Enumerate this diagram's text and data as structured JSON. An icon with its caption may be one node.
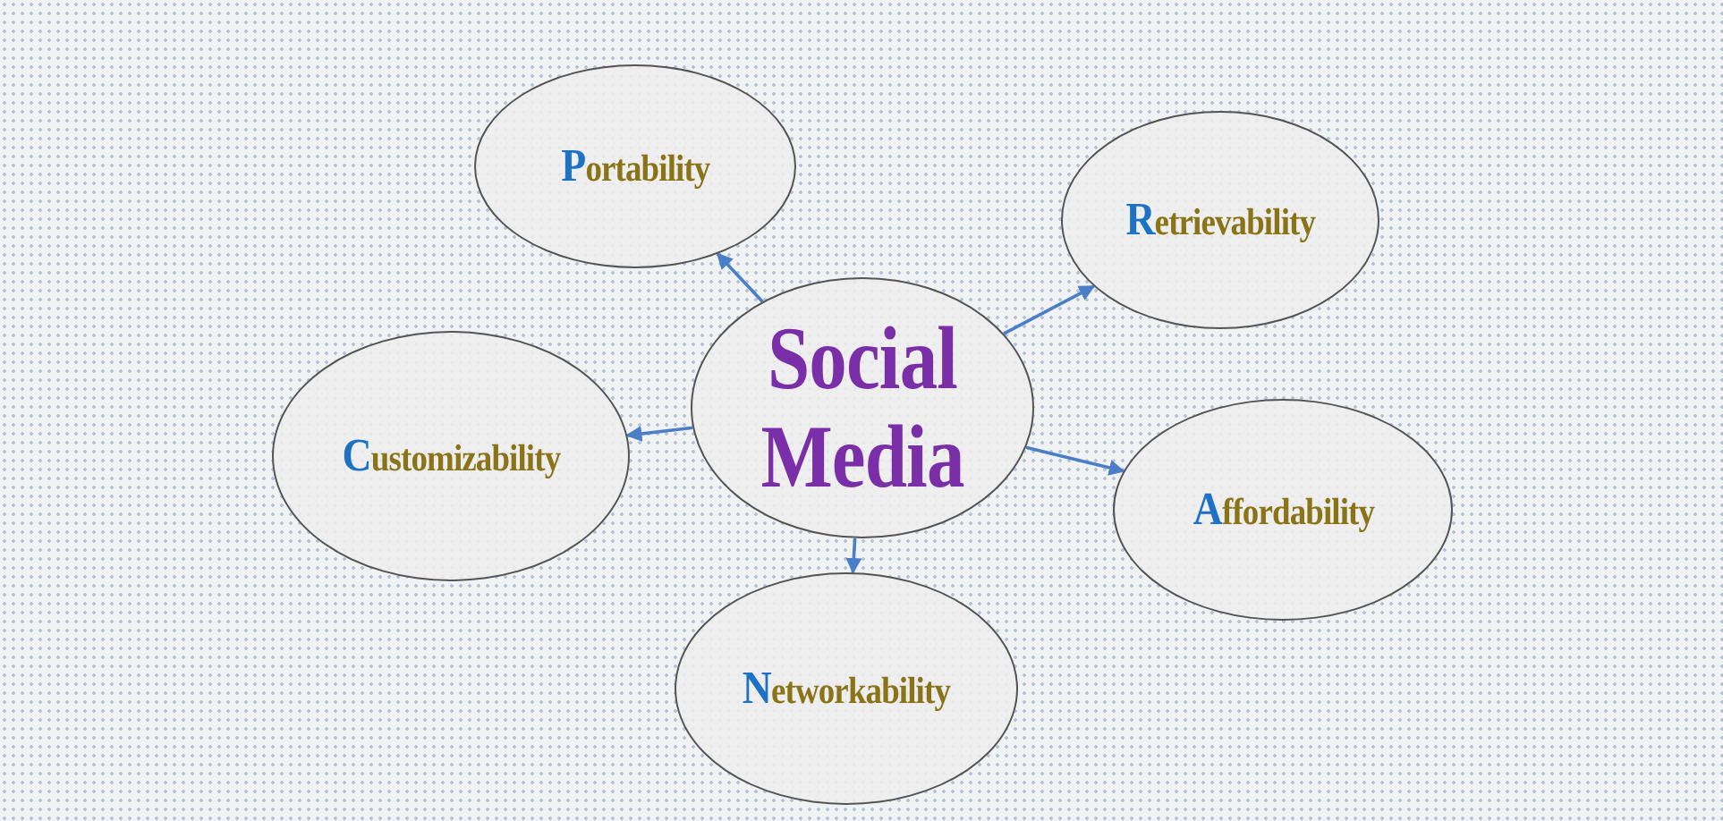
{
  "diagram": {
    "nodes": [
      {
        "text": [
          "Social Media"
        ]
      },
      {
        "text": [
          "Portability"
        ]
      },
      {
        "text": [
          "Retrievability"
        ]
      },
      {
        "text": [
          "Customizability"
        ]
      },
      {
        "text": [
          "Affordability"
        ]
      },
      {
        "text": [
          "Networkability"
        ]
      }
    ],
    "edges": [
      {
        "from": 0,
        "to": 1,
        "arrow": "to"
      },
      {
        "from": 0,
        "to": 2,
        "arrow": "to"
      },
      {
        "from": 0,
        "to": 3,
        "arrow": "to"
      },
      {
        "from": 0,
        "to": 4,
        "arrow": "to"
      },
      {
        "from": 0,
        "to": 5,
        "arrow": "to"
      }
    ]
  }
}
